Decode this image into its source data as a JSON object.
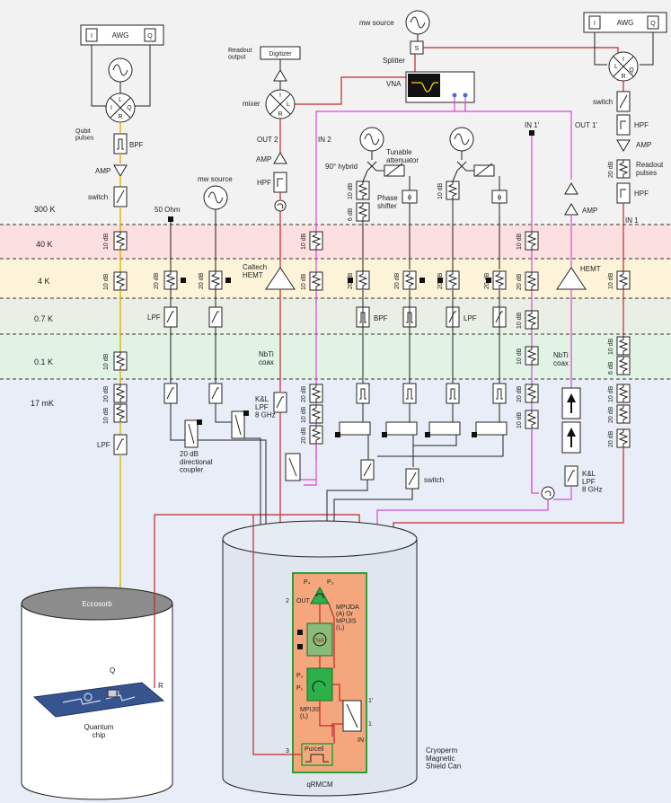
{
  "stages": [
    {
      "label": "300 K",
      "color": "#ffffff"
    },
    {
      "label": "40 K",
      "color": "#fbe0df"
    },
    {
      "label": "4 K",
      "color": "#fdf3d8"
    },
    {
      "label": "0.7 K",
      "color": "#e9efe4"
    },
    {
      "label": "0.1 K",
      "color": "#e0f3e5"
    },
    {
      "label": "17 mK",
      "color": "#e8edf7"
    }
  ],
  "awg": {
    "label": "AWG",
    "i": "I",
    "q": "Q",
    "i_right": "I",
    "q_right": "Q"
  },
  "mixer": {
    "l": "L",
    "i": "I",
    "q": "Q",
    "r": "R"
  },
  "left": {
    "qubit_pulses": "Qubit\npulses",
    "bpf": "BPF",
    "amp": "AMP",
    "switch": "switch",
    "att1": "10 dB",
    "att2": "10 dB",
    "att3": "10 dB",
    "att4": "20 dB",
    "att5": "10 dB",
    "lpf": "LPF"
  },
  "center": {
    "ohm": "50 Ohm",
    "mw_source": "mw source",
    "att_a": "20 dB",
    "att_b": "20 dB",
    "lpf": "LPF",
    "coupler": "20 dB\ndirectional\ncoupler",
    "digitizer": "Digitizer",
    "readout_output": "Readout\noutput",
    "mixer": "mixer",
    "out2": "OUT 2",
    "amp": "AMP",
    "hpf": "HPF",
    "in2": "IN 2",
    "hemt": "Caltech\nHEMT",
    "nbti": "NbTi\ncoax",
    "kl_lpf": "K&L\nLPF\n8 GHz",
    "att_in2_1": "10 dB",
    "att_in2_2": "10 dB",
    "att_in2_3": "20 dB",
    "att_in2_4": "10 dB",
    "att_in2_5": "20 dB"
  },
  "top": {
    "mw_source": "mw source",
    "splitter_s": "S",
    "splitter": "Splitter",
    "vna": "VNA",
    "hybrid": "90° hybrid",
    "tunable": "Tunable\nattenuator",
    "phase": "Phase\nshifter",
    "phi": "ϕ",
    "att_10": "10 dB",
    "att_6": "6 dB",
    "att_20a": "20 dB",
    "att_20b": "20 dB",
    "att_20c": "20 dB",
    "att_20d": "20 dB",
    "att_10b": "10 dB",
    "bpf": "BPF",
    "lpf": "LPF",
    "switch": "switch"
  },
  "right": {
    "in1p": "IN 1'",
    "out1p": "OUT 1'",
    "switch": "switch",
    "hpf": "HPF",
    "amp": "AMP",
    "readout_pulses": "Readout\npulses",
    "hpf2": "HPF",
    "in1": "IN 1",
    "amp2": "AMP",
    "hemt": "HEMT",
    "nbti": "NbTi\ncoax",
    "kl": "K&L\nLPF\n8 GHz",
    "att_10a": "10 dB",
    "att_20a": "20 dB",
    "att_10b": "10 dB",
    "att_10c": "10 dB",
    "att_20b": "20 dB",
    "att_10d": "10 dB",
    "att_20c": "20 dB",
    "att_r1": "10 dB",
    "att_r2": "10 dB",
    "att_r3": "10 dB",
    "att_r4": "20 dB",
    "att_r5": "20 dB",
    "att_r6": "6 dB"
  },
  "chip": {
    "eccosorb": "Eccosorb",
    "q": "Q",
    "r": "R",
    "quantum_chip": "Quantum\nchip"
  },
  "module": {
    "p4": "P₄",
    "p3": "P₃",
    "out": "OUT",
    "port2": "2",
    "mpijda": "MPIJDA\n(A) Or\nMPIJIS\n(I₂)",
    "na": "NA",
    "p2": "P₂",
    "p1": "P₁",
    "mpijis": "MPIJIS\n(I₁)",
    "port1p": "1'",
    "port1": "1",
    "in": "IN",
    "port3": "3",
    "purcell": "Purcell",
    "qrmcm": "qRMCM",
    "shield": "Cryoperm\nMagnetic\nShield Can"
  }
}
